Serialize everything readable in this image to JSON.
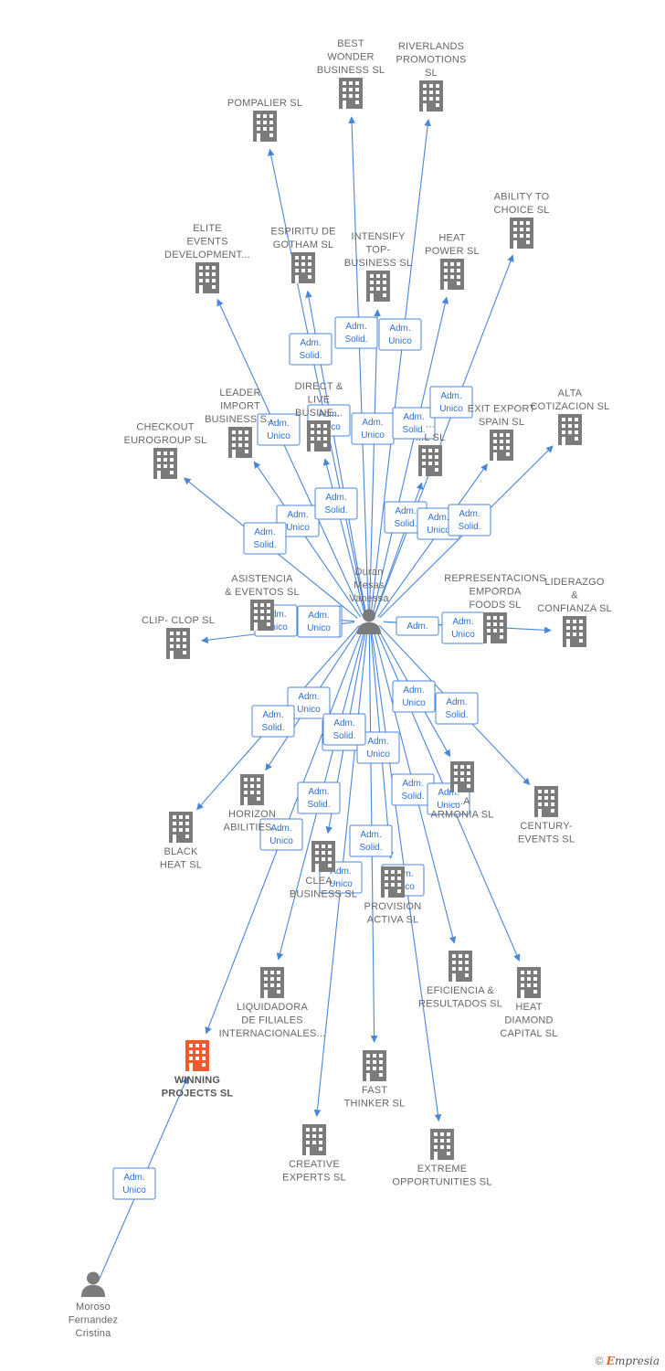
{
  "colors": {
    "edge": "#4a86d8",
    "company": "#7b7b7b",
    "focus_company": "#ee5a2c",
    "person": "#7b7b7b"
  },
  "persons": [
    {
      "id": "duran",
      "label": [
        "Duran",
        "Mesas",
        "Vanessa"
      ]
    },
    {
      "id": "moroso",
      "label": [
        "Moroso",
        "Fernandez",
        "Cristina"
      ]
    }
  ],
  "companies": [
    {
      "id": "best_wonder",
      "label": [
        "BEST",
        "WONDER",
        "BUSINESS SL"
      ]
    },
    {
      "id": "riverlands",
      "label": [
        "RIVERLANDS",
        "PROMOTIONS",
        "SL"
      ]
    },
    {
      "id": "pompalier",
      "label": [
        "POMPALIER SL"
      ]
    },
    {
      "id": "ability",
      "label": [
        "ABILITY TO",
        "CHOICE SL"
      ]
    },
    {
      "id": "elite",
      "label": [
        "ELITE",
        "EVENTS",
        "DEVELOPMENT..."
      ]
    },
    {
      "id": "espiritu",
      "label": [
        "ESPIRITU DE",
        "GOTHAM  SL"
      ]
    },
    {
      "id": "intensify",
      "label": [
        "INTENSIFY",
        "TOP-",
        "BUSINESS SL"
      ]
    },
    {
      "id": "heat_power",
      "label": [
        "HEAT",
        "POWER SL"
      ]
    },
    {
      "id": "leader",
      "label": [
        "LEADER",
        "IMPORT",
        "BUSINESS S..."
      ]
    },
    {
      "id": "direct_live",
      "label": [
        "DIRECT &",
        "LIVE",
        "BUSINE..."
      ]
    },
    {
      "id": "unknown_sl",
      "label": [
        "...",
        "...L SL"
      ]
    },
    {
      "id": "exit_export",
      "label": [
        "EXIT EXPORT",
        "SPAIN SL"
      ]
    },
    {
      "id": "alta",
      "label": [
        "ALTA",
        "COTIZACION SL"
      ]
    },
    {
      "id": "checkout",
      "label": [
        "CHECKOUT",
        "EUROGROUP SL"
      ]
    },
    {
      "id": "asistencia",
      "label": [
        "ASISTENCIA",
        "& EVENTOS  SL"
      ]
    },
    {
      "id": "clipclop",
      "label": [
        "CLIP- CLOP SL"
      ]
    },
    {
      "id": "representaciones",
      "label": [
        "REPRESENTACIONS",
        "EMPORDA",
        "FOODS  SL"
      ]
    },
    {
      "id": "liderazgo",
      "label": [
        "LIDERAZGO",
        "&",
        "CONFIANZA SL"
      ]
    },
    {
      "id": "horizon",
      "label": [
        "HORIZON",
        "ABILITIES..."
      ]
    },
    {
      "id": "black_heat",
      "label": [
        "BLACK",
        "HEAT SL"
      ]
    },
    {
      "id": "armonia",
      "label": [
        "...A",
        "ARMONIA SL"
      ]
    },
    {
      "id": "century",
      "label": [
        "CENTURY-",
        "EVENTS  SL"
      ]
    },
    {
      "id": "clear",
      "label": [
        "CLEA...",
        "BUSINESS SL"
      ]
    },
    {
      "id": "provision",
      "label": [
        "PROVISION",
        "ACTIVA SL"
      ]
    },
    {
      "id": "eficiencia",
      "label": [
        "EFICIENCIA &",
        "RESULTADOS SL"
      ]
    },
    {
      "id": "heat_diamond",
      "label": [
        "HEAT",
        "DIAMOND",
        "CAPITAL SL"
      ]
    },
    {
      "id": "liquidadora",
      "label": [
        "LIQUIDADORA",
        "DE FILIALES",
        "INTERNACIONALES..."
      ]
    },
    {
      "id": "winning",
      "label": [
        "WINNING",
        "PROJECTS  SL"
      ],
      "focus": true
    },
    {
      "id": "fast_thinker",
      "label": [
        "FAST",
        "THINKER  SL"
      ]
    },
    {
      "id": "creative",
      "label": [
        "CREATIVE",
        "EXPERTS  SL"
      ]
    },
    {
      "id": "extreme",
      "label": [
        "EXTREME",
        "OPPORTUNITIES SL"
      ]
    }
  ],
  "relations": [
    {
      "from": "duran",
      "to": "best_wonder"
    },
    {
      "from": "duran",
      "to": "riverlands"
    },
    {
      "from": "duran",
      "to": "pompalier"
    },
    {
      "from": "duran",
      "to": "ability"
    },
    {
      "from": "duran",
      "to": "elite"
    },
    {
      "from": "duran",
      "to": "espiritu"
    },
    {
      "from": "duran",
      "to": "intensify"
    },
    {
      "from": "duran",
      "to": "heat_power"
    },
    {
      "from": "duran",
      "to": "leader"
    },
    {
      "from": "duran",
      "to": "direct_live"
    },
    {
      "from": "duran",
      "to": "unknown_sl"
    },
    {
      "from": "duran",
      "to": "exit_export"
    },
    {
      "from": "duran",
      "to": "alta"
    },
    {
      "from": "duran",
      "to": "checkout"
    },
    {
      "from": "duran",
      "to": "asistencia"
    },
    {
      "from": "duran",
      "to": "clipclop"
    },
    {
      "from": "duran",
      "to": "representaciones"
    },
    {
      "from": "duran",
      "to": "liderazgo"
    },
    {
      "from": "duran",
      "to": "horizon"
    },
    {
      "from": "duran",
      "to": "black_heat"
    },
    {
      "from": "duran",
      "to": "armonia"
    },
    {
      "from": "duran",
      "to": "century"
    },
    {
      "from": "duran",
      "to": "clear"
    },
    {
      "from": "duran",
      "to": "provision"
    },
    {
      "from": "duran",
      "to": "eficiencia"
    },
    {
      "from": "duran",
      "to": "heat_diamond"
    },
    {
      "from": "duran",
      "to": "liquidadora"
    },
    {
      "from": "duran",
      "to": "winning"
    },
    {
      "from": "duran",
      "to": "fast_thinker"
    },
    {
      "from": "duran",
      "to": "creative"
    },
    {
      "from": "duran",
      "to": "extreme"
    },
    {
      "from": "moroso",
      "to": "winning"
    }
  ],
  "badges": [
    {
      "id": "b1",
      "lines": [
        "Adm.",
        "Solid."
      ]
    },
    {
      "id": "b2",
      "lines": [
        "Adm.",
        "Solid."
      ]
    },
    {
      "id": "b3",
      "lines": [
        "Adm.",
        "Unico"
      ]
    },
    {
      "id": "b4",
      "lines": [
        "Adm.",
        "Unico"
      ]
    },
    {
      "id": "b5",
      "lines": [
        "Adm.",
        "Unico"
      ]
    },
    {
      "id": "b6",
      "lines": [
        "Adm.",
        "Unico"
      ]
    },
    {
      "id": "b7",
      "lines": [
        "Adm.",
        "Solid."
      ]
    },
    {
      "id": "b8",
      "lines": [
        "Adm.",
        "Unico"
      ]
    },
    {
      "id": "b9",
      "lines": [
        "Adm.",
        "Unico"
      ]
    },
    {
      "id": "b10",
      "lines": [
        "Adm.",
        "Solid."
      ]
    },
    {
      "id": "b11",
      "lines": [
        "Adm.",
        "Solid."
      ]
    },
    {
      "id": "b12",
      "lines": [
        "Adm.",
        "Unico"
      ]
    },
    {
      "id": "b13",
      "lines": [
        "Adm.",
        "Solid."
      ]
    },
    {
      "id": "b14",
      "lines": [
        "Adm.",
        "Solid."
      ]
    },
    {
      "id": "b15",
      "lines": [
        "Adm.",
        "Unico"
      ]
    },
    {
      "id": "b16",
      "lines": [
        "Adm.",
        "Solid."
      ]
    },
    {
      "id": "b17",
      "lines": [
        "Adm."
      ]
    },
    {
      "id": "b18",
      "lines": [
        "Adm.",
        "Unico"
      ]
    },
    {
      "id": "b19",
      "lines": [
        "Adm.",
        "Unico"
      ]
    },
    {
      "id": "b20",
      "lines": [
        "Adm.",
        "Solid."
      ]
    },
    {
      "id": "b21",
      "lines": [
        "Adm.",
        "Unico"
      ]
    },
    {
      "id": "b22",
      "lines": [
        "Adm.",
        "Solid."
      ]
    },
    {
      "id": "b23",
      "lines": [
        "Adm.",
        "Solid."
      ]
    },
    {
      "id": "b24",
      "lines": [
        "Adm.",
        "Unico"
      ]
    },
    {
      "id": "b25",
      "lines": [
        "Adm.",
        "Solid."
      ]
    },
    {
      "id": "b26",
      "lines": [
        "Adm.",
        "Solid."
      ]
    },
    {
      "id": "b27",
      "lines": [
        "Adm.",
        "Unico"
      ]
    },
    {
      "id": "b28",
      "lines": [
        "Adm.",
        "Unico"
      ]
    },
    {
      "id": "b29",
      "lines": [
        "Adm.",
        "Solid."
      ]
    },
    {
      "id": "b30",
      "lines": [
        "Adm.",
        "Unico"
      ]
    },
    {
      "id": "b31",
      "lines": [
        "Adm.",
        "Unico"
      ]
    },
    {
      "id": "b32",
      "lines": [
        "Adm.",
        "Unico"
      ]
    },
    {
      "id": "b33",
      "lines": [
        "Adm.",
        "Solid."
      ]
    },
    {
      "id": "b34",
      "lines": [
        "Adm.",
        "Unico"
      ]
    }
  ],
  "credit": {
    "symbol": "©",
    "brand_initial": "E",
    "brand_rest": "mpresia"
  }
}
